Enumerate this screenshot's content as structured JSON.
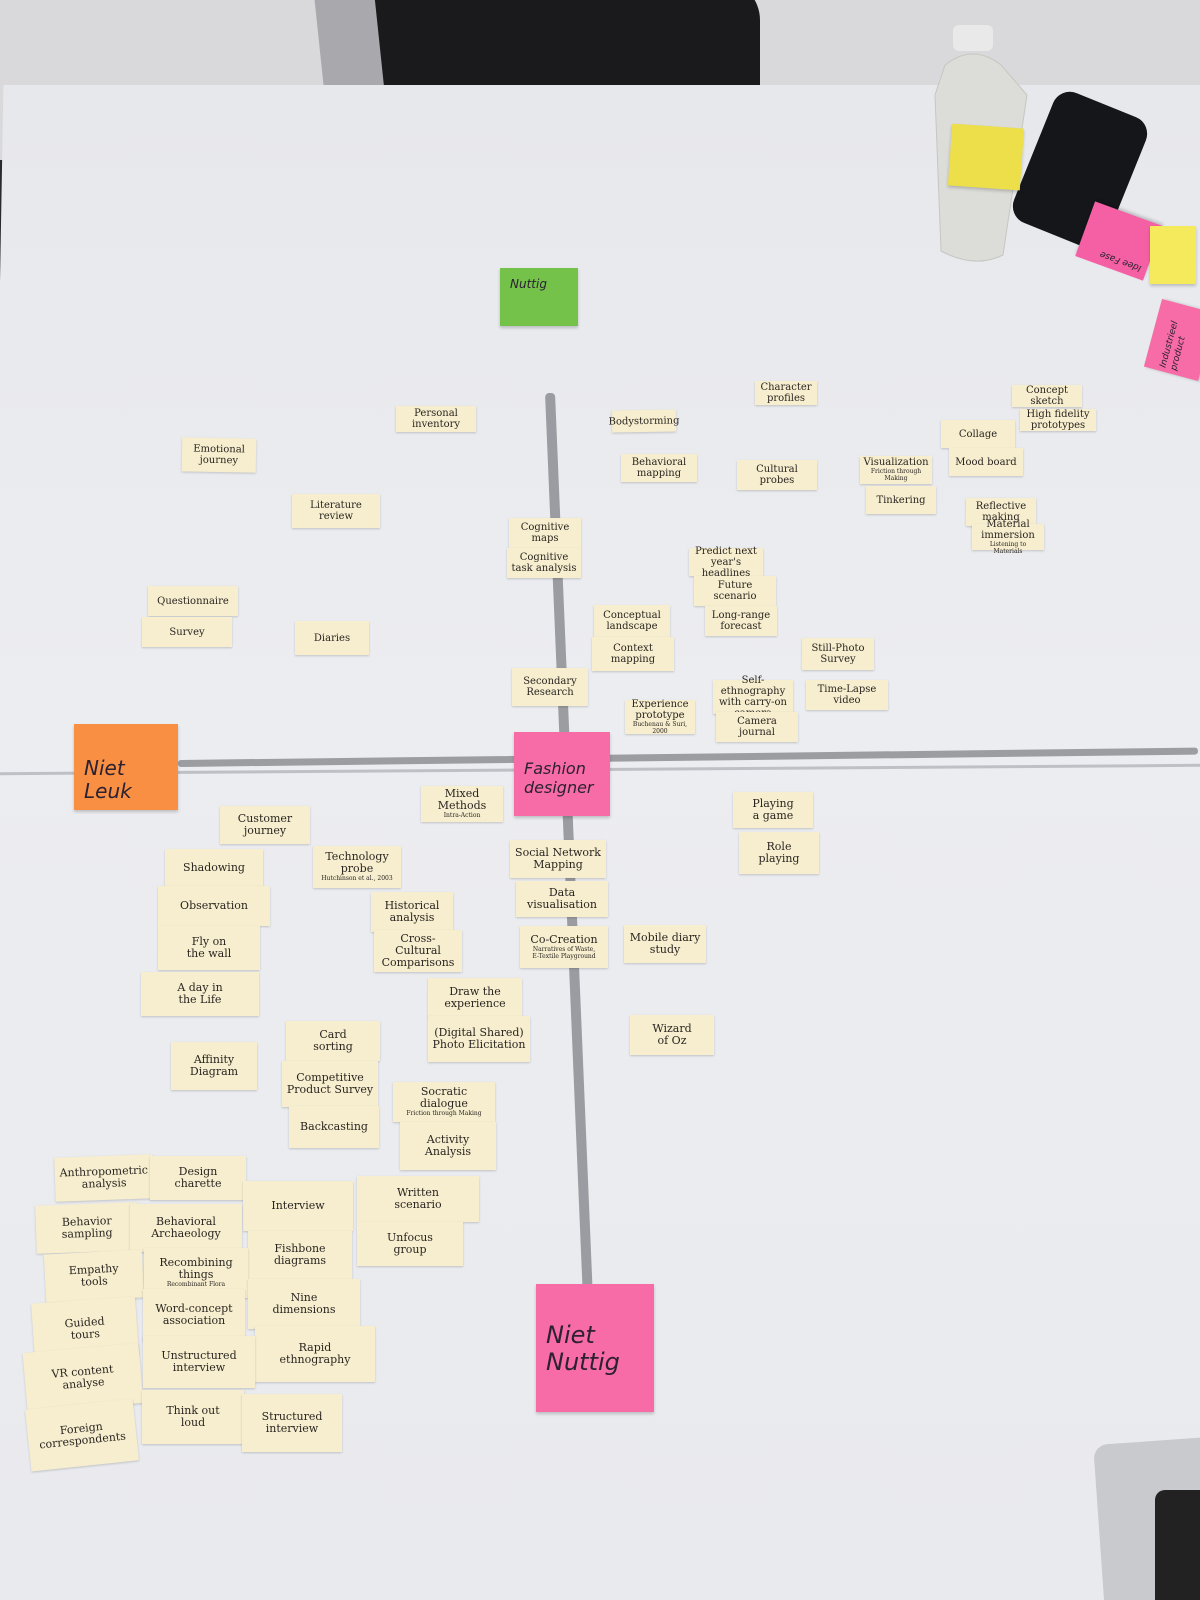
{
  "notes": {
    "top": {
      "text": "Nuttig",
      "color": "#74c24a"
    },
    "left": {
      "text": "Niet\nLeuk",
      "color": "#f98f43"
    },
    "center": {
      "text": "Fashion\ndesigner",
      "color": "#f76ba6"
    },
    "bottom": {
      "text": "Niet\nNuttig",
      "color": "#f76ba6"
    },
    "right_pink": {
      "text": "Industrieel\nproduct",
      "color": "#f76ba6"
    },
    "corner_pink": {
      "text": "Idee Fase",
      "color": "#f55fa3"
    }
  },
  "cards": [
    {
      "text": "Personal\ninventory"
    },
    {
      "text": "Bodystorming"
    },
    {
      "text": "Character\nprofiles"
    },
    {
      "text": "Concept\nsketch"
    },
    {
      "text": "High fidelity\nprototypes"
    },
    {
      "text": "Emotional\njourney"
    },
    {
      "text": "Collage"
    },
    {
      "text": "Mood board"
    },
    {
      "text": "Behavioral\nmapping"
    },
    {
      "text": "Cultural\nprobes"
    },
    {
      "text": "Visualization",
      "sub": "Friction through Making"
    },
    {
      "text": "Tinkering"
    },
    {
      "text": "Literature\nreview"
    },
    {
      "text": "Reflective\nmaking"
    },
    {
      "text": "Material\nimmersion",
      "sub": "Listening to Materials"
    },
    {
      "text": "Cognitive\nmaps"
    },
    {
      "text": "Cognitive\ntask analysis"
    },
    {
      "text": "Predict next\nyear's headlines"
    },
    {
      "text": "Future\nscenario"
    },
    {
      "text": "Long-range\nforecast"
    },
    {
      "text": "Questionnaire"
    },
    {
      "text": "Survey"
    },
    {
      "text": "Diaries"
    },
    {
      "text": "Conceptual\nlandscape"
    },
    {
      "text": "Context\nmapping"
    },
    {
      "text": "Still-Photo\nSurvey"
    },
    {
      "text": "Secondary\nResearch"
    },
    {
      "text": "Self-ethnography\nwith carry-on\ncamera"
    },
    {
      "text": "Time-Lapse\nvideo"
    },
    {
      "text": "Experience\nprototype",
      "sub": "Buchenau & Suri, 2000"
    },
    {
      "text": "Camera\njournal"
    },
    {
      "text": "Mixed Methods",
      "sub": "Intra-Action"
    },
    {
      "text": "Playing\na game"
    },
    {
      "text": "Customer\njourney"
    },
    {
      "text": "Shadowing"
    },
    {
      "text": "Technology probe",
      "sub": "Hutchinson et al., 2003"
    },
    {
      "text": "Social Network\nMapping"
    },
    {
      "text": "Role\nplaying"
    },
    {
      "text": "Observation"
    },
    {
      "text": "Data visualisation"
    },
    {
      "text": "Historical\nanalysis"
    },
    {
      "text": "Fly on\nthe wall"
    },
    {
      "text": "Cross-Cultural\nComparisons"
    },
    {
      "text": "Co-Creation",
      "sub": "Narratives of Waste,\nE-Textile Playground"
    },
    {
      "text": "Mobile diary\nstudy"
    },
    {
      "text": "A day in\nthe Life"
    },
    {
      "text": "Draw the\nexperience"
    },
    {
      "text": "Card\nsorting"
    },
    {
      "text": "(Digital Shared)\nPhoto Elicitation"
    },
    {
      "text": "Wizard\nof Oz"
    },
    {
      "text": "Affinity\nDiagram"
    },
    {
      "text": "Competitive\nProduct Survey"
    },
    {
      "text": "Socratic dialogue",
      "sub": "Friction through Making"
    },
    {
      "text": "Backcasting"
    },
    {
      "text": "Activity\nAnalysis"
    },
    {
      "text": "Anthropometric\nanalysis"
    },
    {
      "text": "Design\ncharette"
    },
    {
      "text": "Interview"
    },
    {
      "text": "Written\nscenario"
    },
    {
      "text": "Behavior\nsampling"
    },
    {
      "text": "Behavioral\nArchaeology"
    },
    {
      "text": "Unfocus\ngroup"
    },
    {
      "text": "Fishbone\ndiagrams"
    },
    {
      "text": "Empathy\ntools"
    },
    {
      "text": "Recombining\nthings",
      "sub": "Recombinant Flora"
    },
    {
      "text": "Nine\ndimensions"
    },
    {
      "text": "Guided\ntours"
    },
    {
      "text": "Word-concept\nassociation"
    },
    {
      "text": "Rapid\nethnography"
    },
    {
      "text": "VR content\nanalyse"
    },
    {
      "text": "Unstructured\ninterview"
    },
    {
      "text": "Think out\nloud"
    },
    {
      "text": "Structured\ninterview"
    },
    {
      "text": "Foreign\ncorrespondents"
    }
  ]
}
